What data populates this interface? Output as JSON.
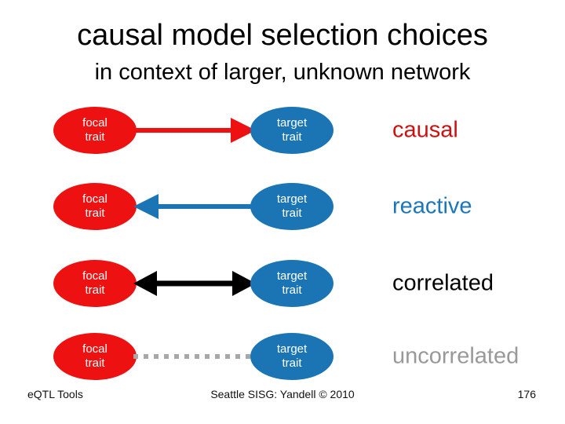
{
  "slide": {
    "title": "causal model selection choices",
    "subtitle": "in context of larger, unknown network",
    "diagram": {
      "node_text_color": "#ffffff",
      "node_colors": {
        "focal": "#ee1111",
        "target": "#1b75b5"
      },
      "rows": [
        {
          "focal": {
            "line1": "focal",
            "line2": "trait"
          },
          "target": {
            "line1": "target",
            "line2": "trait"
          },
          "connector": "arrow-right",
          "connector_color": "#ee1111",
          "label": "causal",
          "label_color": "#cc1111"
        },
        {
          "focal": {
            "line1": "focal",
            "line2": "trait"
          },
          "target": {
            "line1": "target",
            "line2": "trait"
          },
          "connector": "arrow-left",
          "connector_color": "#1b75b5",
          "label": "reactive",
          "label_color": "#1c76b8"
        },
        {
          "focal": {
            "line1": "focal",
            "line2": "trait"
          },
          "target": {
            "line1": "target",
            "line2": "trait"
          },
          "connector": "arrow-both",
          "connector_color": "#000000",
          "label": "correlated",
          "label_color": "#000000"
        },
        {
          "focal": {
            "line1": "focal",
            "line2": "trait"
          },
          "target": {
            "line1": "target",
            "line2": "trait"
          },
          "connector": "dotted-line",
          "connector_color": "#a8a8a8",
          "label": "uncorrelated",
          "label_color": "#999999"
        }
      ]
    },
    "footer": {
      "left": "eQTL Tools",
      "center": "Seattle SISG: Yandell © 2010",
      "page": "176"
    }
  }
}
